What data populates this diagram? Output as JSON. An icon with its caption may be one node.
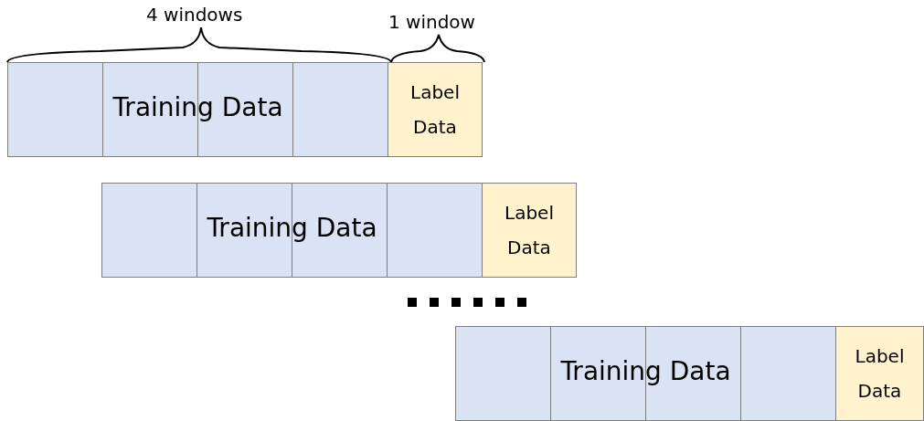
{
  "diagram": {
    "nodes": [
      {
        "text": [
          "Training Data"
        ]
      },
      {
        "text": [
          "Label Data"
        ]
      },
      {
        "text": [
          "Training Data"
        ]
      },
      {
        "text": [
          "Label Data"
        ]
      },
      {
        "text": [
          "Training Data"
        ]
      },
      {
        "text": [
          "Label Data"
        ]
      }
    ],
    "labels": [
      "4 windows",
      "1 window"
    ]
  }
}
